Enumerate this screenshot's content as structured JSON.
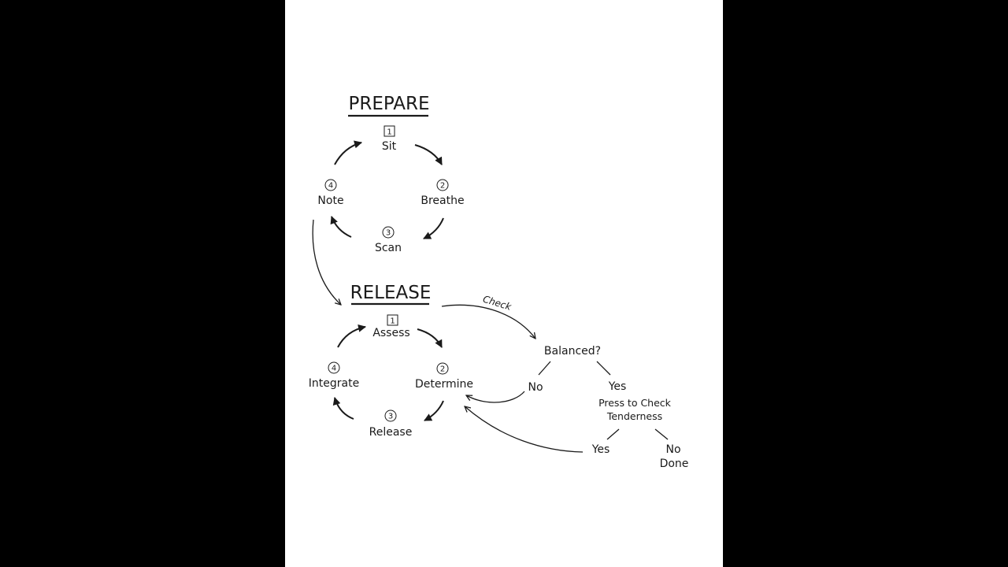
{
  "colors": {
    "background": "#000000",
    "page": "#ffffff",
    "ink": "#1a1a1a"
  },
  "prepare": {
    "title": "PREPARE",
    "steps": [
      {
        "num": "1",
        "label": "Sit"
      },
      {
        "num": "2",
        "label": "Breathe"
      },
      {
        "num": "3",
        "label": "Scan"
      },
      {
        "num": "4",
        "label": "Note"
      }
    ]
  },
  "release": {
    "title": "RELEASE",
    "steps": [
      {
        "num": "1",
        "label": "Assess"
      },
      {
        "num": "2",
        "label": "Determine"
      },
      {
        "num": "3",
        "label": "Release"
      },
      {
        "num": "4",
        "label": "Integrate"
      }
    ]
  },
  "decision": {
    "check_label": "Check",
    "question": "Balanced?",
    "no_label": "No",
    "yes_label": "Yes",
    "press_line1": "Press to Check",
    "press_line2": "Tenderness",
    "tender_yes": "Yes",
    "tender_no": "No",
    "done_label": "Done"
  }
}
